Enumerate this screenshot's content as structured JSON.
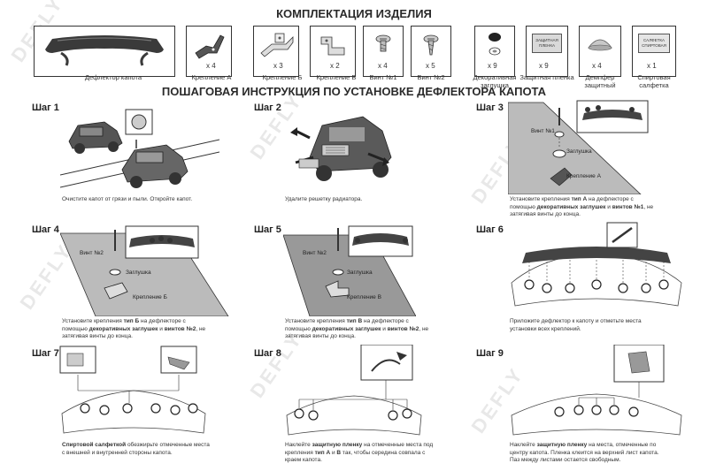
{
  "kit": {
    "title": "КОМПЛЕКТАЦИЯ ИЗДЕЛИЯ",
    "items": [
      {
        "label": "Дефлектор капота",
        "qty": ""
      },
      {
        "label": "Крепление  А",
        "qty": "x 4"
      },
      {
        "label": "Крепление  Б",
        "qty": "x 3"
      },
      {
        "label": "Крепление  В",
        "qty": "x 2"
      },
      {
        "label": "Винт №1",
        "qty": "x 4"
      },
      {
        "label": "Винт №2",
        "qty": "x 5"
      },
      {
        "label": "Декоративная заглушка",
        "qty": "x 9"
      },
      {
        "label": "Защитная пленка",
        "qty": "x 9",
        "inner": "ЗАЩИТНАЯ ПЛЕНКА"
      },
      {
        "label": "Демпфер защитный",
        "qty": "x 4"
      },
      {
        "label": "Спиртовая салфетка",
        "qty": "x 1",
        "inner": "САЛФЕТКА СПИРТОВАЯ"
      }
    ]
  },
  "steps_title": "ПОШАГОВАЯ ИНСТРУКЦИЯ ПО УСТАНОВКЕ ДЕФЛЕКТОРА КАПОТА",
  "watermark": "DEFLY",
  "steps": [
    {
      "label": "Шаг 1",
      "text": "Очистите капот от грязи и пыли. Откройте капот."
    },
    {
      "label": "Шаг 2",
      "text": "Удалите решетку радиатора."
    },
    {
      "label": "Шаг 3",
      "t1": "Установите крепления ",
      "b1": "тип А",
      "t2": " на дефлекторе с помощью ",
      "b2": "декоративных заглушек",
      "t3": " и ",
      "b3": "винтов №1",
      "t4": ", не затягивая винты до конца.",
      "callouts": {
        "screw": "Винт №1",
        "cap": "Заглушка",
        "mount": "Крепление  А"
      }
    },
    {
      "label": "Шаг 4",
      "t1": "Установите крепления ",
      "b1": "тип Б",
      "t2": " на дефлекторе с помощью ",
      "b2": "декоративных заглушек",
      "t3": " и ",
      "b3": "винтов №2",
      "t4": ", не затягивая винты до конца.",
      "callouts": {
        "screw": "Винт №2",
        "cap": "Заглушка",
        "mount": "Крепление  Б"
      }
    },
    {
      "label": "Шаг 5",
      "t1": "Установите крепления ",
      "b1": "тип В",
      "t2": " на дефлекторе с помощью ",
      "b2": "декоративных заглушек",
      "t3": " и ",
      "b3": "винтов №2",
      "t4": ", не затягивая винты до конца.",
      "callouts": {
        "screw": "Винт №2",
        "cap": "Заглушка",
        "mount": "Крепление  В"
      }
    },
    {
      "label": "Шаг 6",
      "text": "Приложите дефлектор к капоту и отметьте места установки всех креплений."
    },
    {
      "label": "Шаг 7",
      "b1": "Спиртовой салфеткой",
      "t1": " обезжирьте отмеченные места с внешней и внутренней стороны капота."
    },
    {
      "label": "Шаг 8",
      "t1": "Наклейте ",
      "b1": "защитную пленку",
      "t2": " на отмеченные места под крепления ",
      "b2": "тип А",
      "t3": " и ",
      "b3": "В",
      "t4": " так, чтобы середина совпала с краем капота."
    },
    {
      "label": "Шаг 9",
      "t1": "Наклейте ",
      "b1": "защитную пленку",
      "t2": " на места, отмеченные по центру капота. Пленка клеится на верхний лист капота. Паз между листами остается свободным."
    }
  ]
}
